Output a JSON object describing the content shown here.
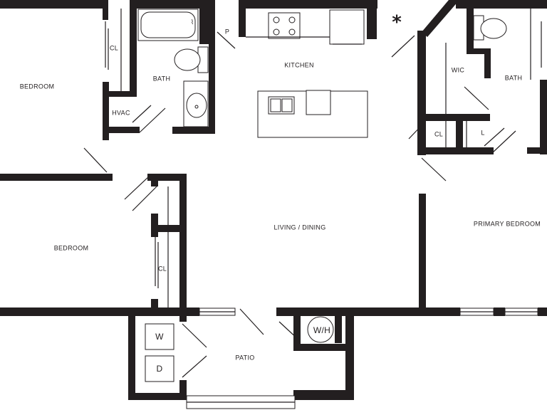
{
  "rooms": {
    "bedroom_top": "BEDROOM",
    "closet_top": "CL",
    "bath_left": "BATH",
    "hvac": "HVAC",
    "pantry": "P",
    "kitchen": "KITCHEN",
    "wic": "WIC",
    "bath_right": "BATH",
    "closet_primary": "CL",
    "linen": "L",
    "bedroom_left": "BEDROOM",
    "closet_left": "CL",
    "living_dining": "LIVING / DINING",
    "primary_bedroom": "PRIMARY BEDROOM",
    "washer": "W",
    "dryer": "D",
    "water_heater": "W/H",
    "patio": "PATIO"
  },
  "marker": "*"
}
